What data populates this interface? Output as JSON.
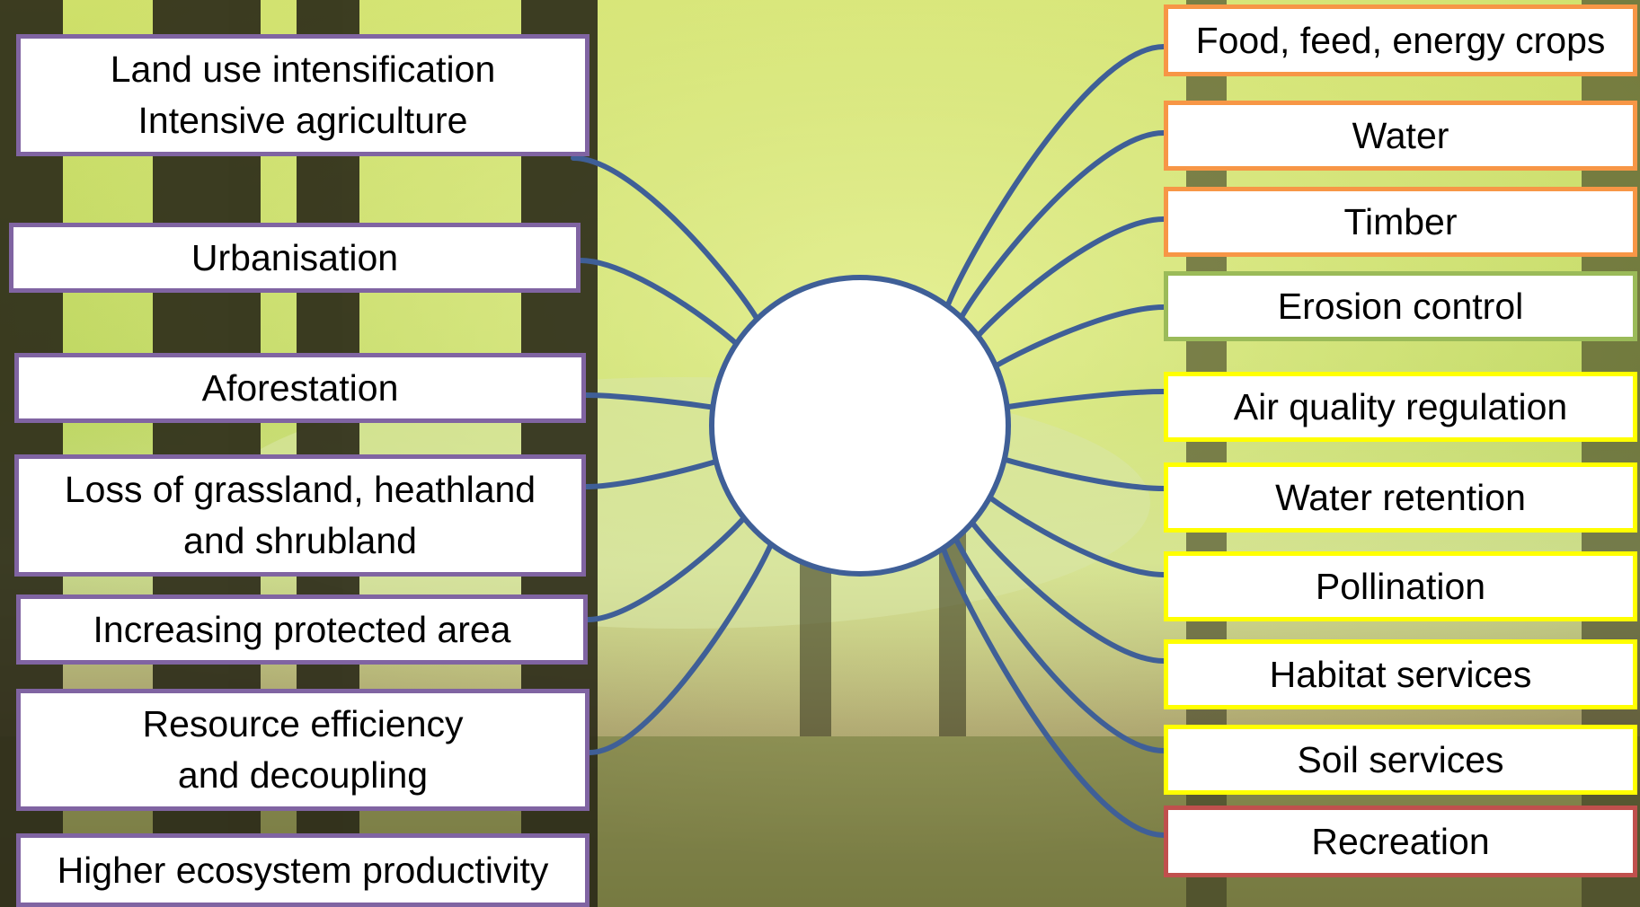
{
  "drivers": [
    {
      "id": "land-use",
      "lines": [
        "Land use intensification",
        "Intensive agriculture"
      ]
    },
    {
      "id": "urbanisation",
      "lines": [
        "Urbanisation"
      ]
    },
    {
      "id": "aforestation",
      "lines": [
        "Aforestation"
      ]
    },
    {
      "id": "loss-grassland",
      "lines": [
        "Loss of grassland, heathland",
        "and shrubland"
      ]
    },
    {
      "id": "protected-area",
      "lines": [
        "Increasing protected area"
      ]
    },
    {
      "id": "resource-efficiency",
      "lines": [
        "Resource efficiency",
        "and decoupling"
      ]
    },
    {
      "id": "ecosystem-productivity",
      "lines": [
        "Higher ecosystem productivity"
      ]
    }
  ],
  "services": [
    {
      "id": "food-feed-energy",
      "label": "Food, feed, energy crops",
      "group": "orange"
    },
    {
      "id": "water",
      "label": "Water",
      "group": "orange"
    },
    {
      "id": "timber",
      "label": "Timber",
      "group": "orange"
    },
    {
      "id": "erosion-control",
      "label": "Erosion control",
      "group": "green"
    },
    {
      "id": "air-quality",
      "label": "Air quality regulation",
      "group": "yellow"
    },
    {
      "id": "water-retention",
      "label": "Water retention",
      "group": "yellow"
    },
    {
      "id": "pollination",
      "label": "Pollination",
      "group": "yellow"
    },
    {
      "id": "habitat-services",
      "label": "Habitat services",
      "group": "yellow"
    },
    {
      "id": "soil-services",
      "label": "Soil services",
      "group": "yellow"
    },
    {
      "id": "recreation",
      "label": "Recreation",
      "group": "red"
    }
  ],
  "colors": {
    "driver_border": "#8064a2",
    "orange": "#f79646",
    "green": "#9bbb59",
    "yellow": "#ffff00",
    "red": "#c0504d",
    "connector": "#3f5f97"
  }
}
